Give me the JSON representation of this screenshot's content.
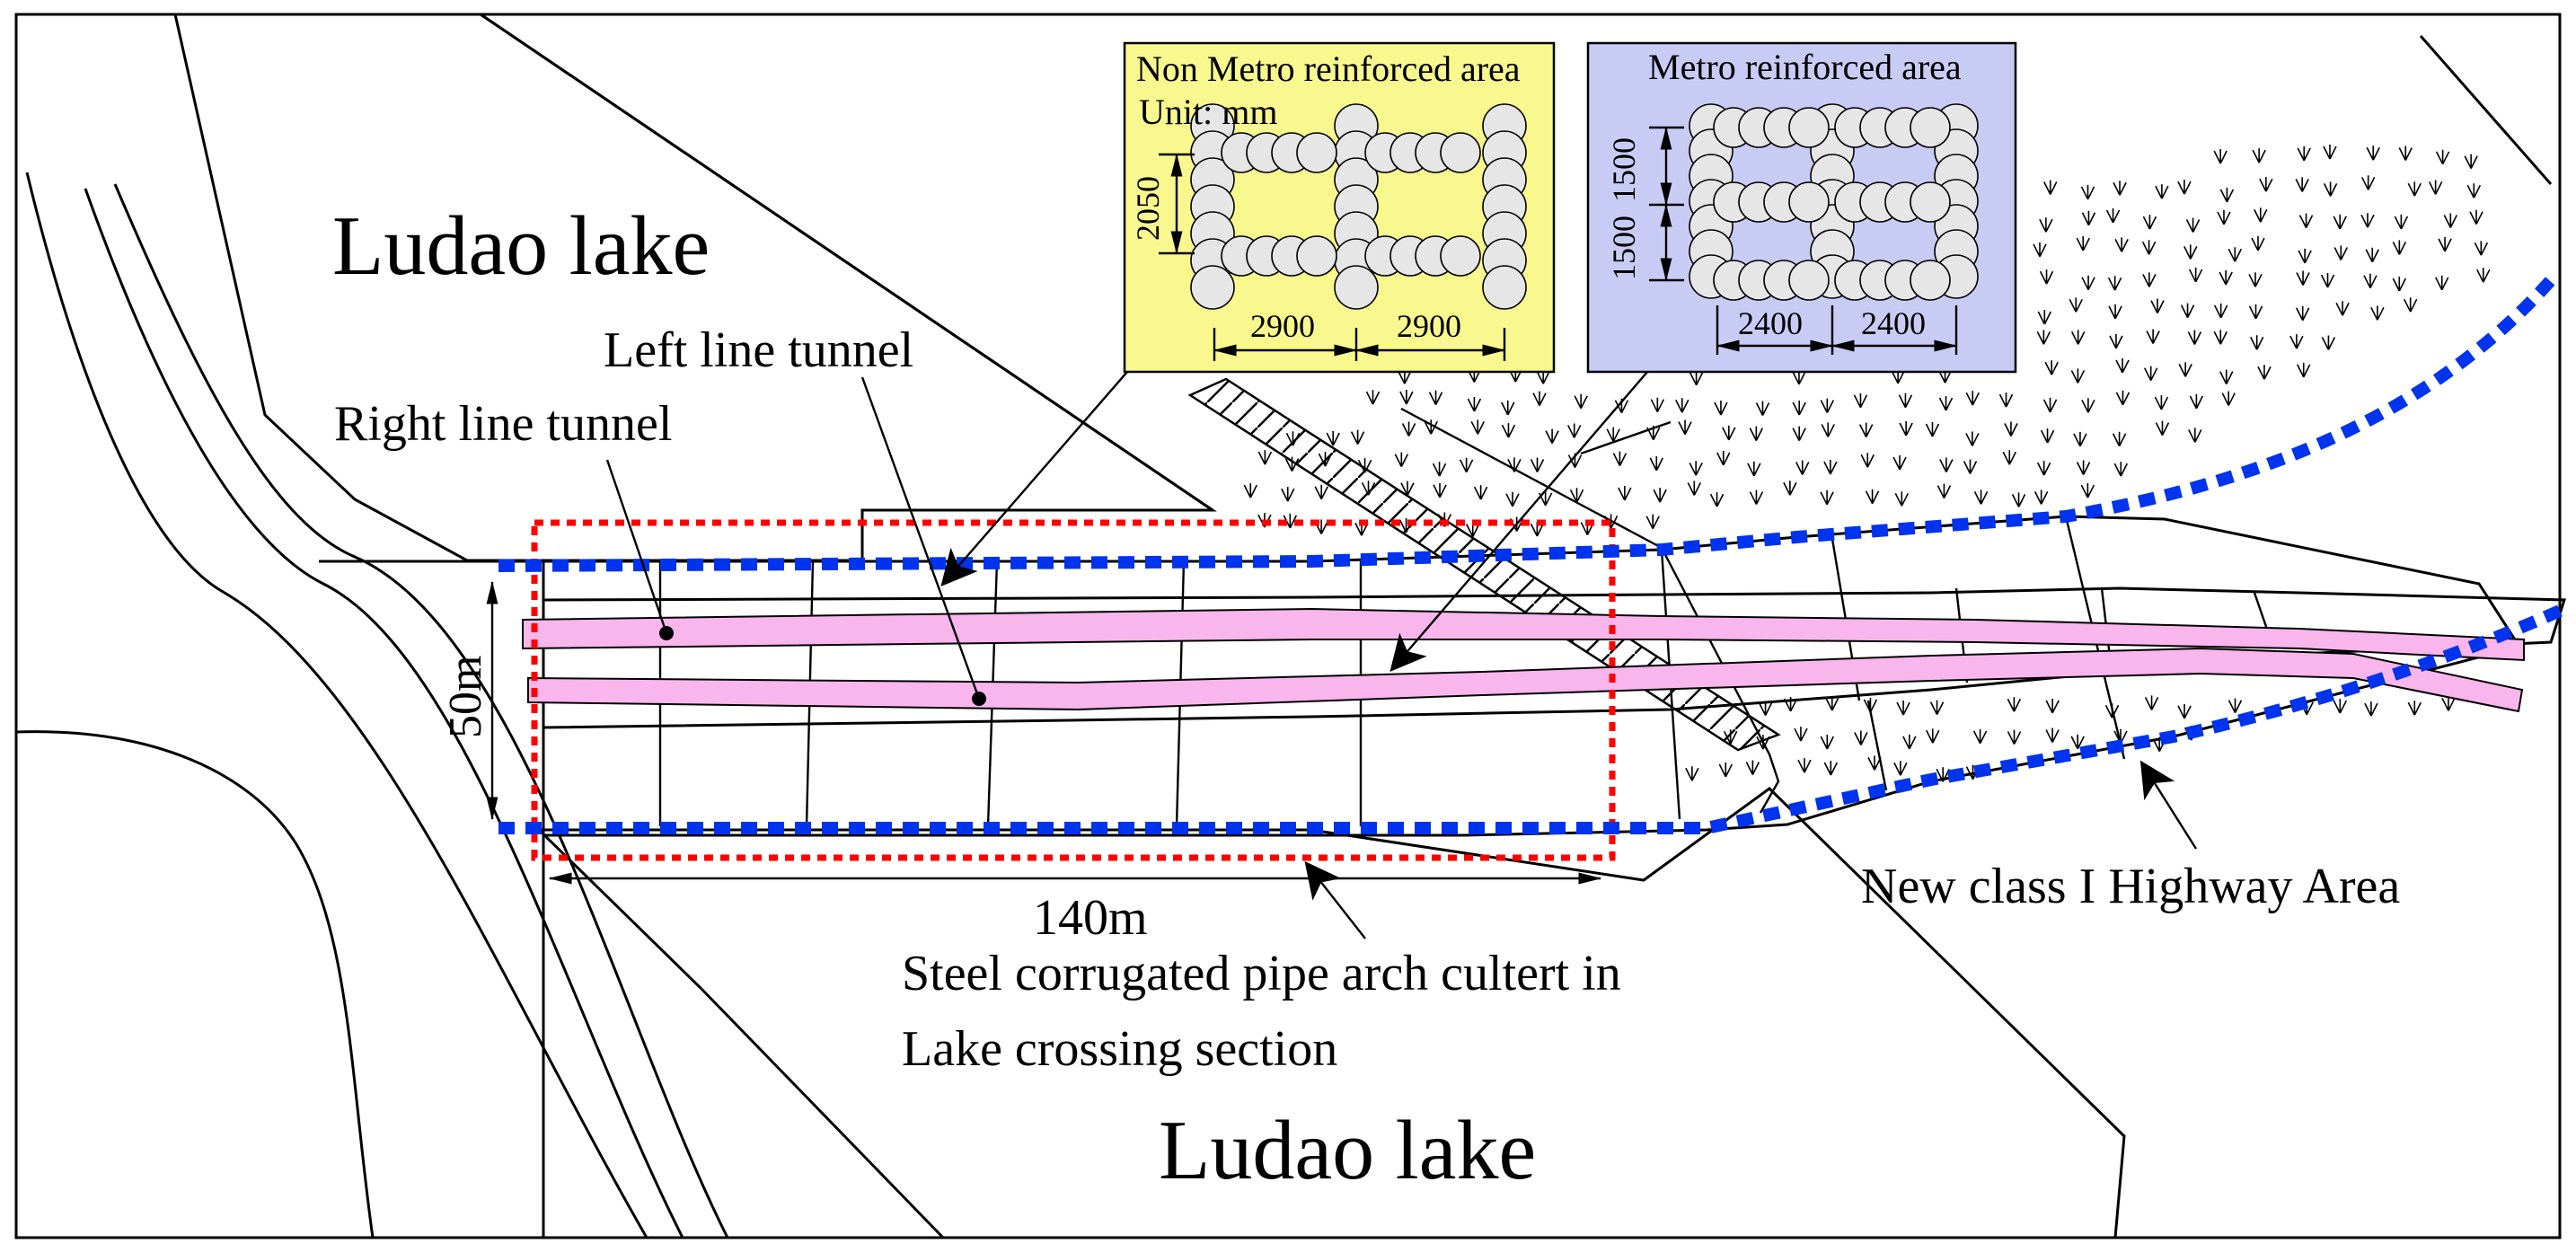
{
  "colors": {
    "lake": "#b8f7cc",
    "yellow_area": "#f8f88e",
    "blue_area": "#c8ccf5",
    "tunnel": "#f8b6ec",
    "pile": "#e6e6e6",
    "red_border": "#ff0000",
    "blue_border": "#0033ee"
  },
  "labels": {
    "lake_top": "Ludao lake",
    "lake_bottom": "Ludao lake",
    "left_line_tunnel": "Left line tunnel",
    "right_line_tunnel": "Right line tunnel",
    "width_dim": "50m",
    "length_dim": "140m",
    "culvert_line1": "Steel corrugated pipe arch cultert in",
    "culvert_line2": "Lake crossing section",
    "highway_area": "New class I Highway Area"
  },
  "inset_non_metro": {
    "title": "Non Metro reinforced area",
    "unit": "Unit: mm",
    "dim_vertical": "2050",
    "dim_h1": "2900",
    "dim_h2": "2900"
  },
  "inset_metro": {
    "title": "Metro reinforced area",
    "dim_v1": "1500",
    "dim_v2": "1500",
    "dim_h1": "2400",
    "dim_h2": "2400"
  }
}
